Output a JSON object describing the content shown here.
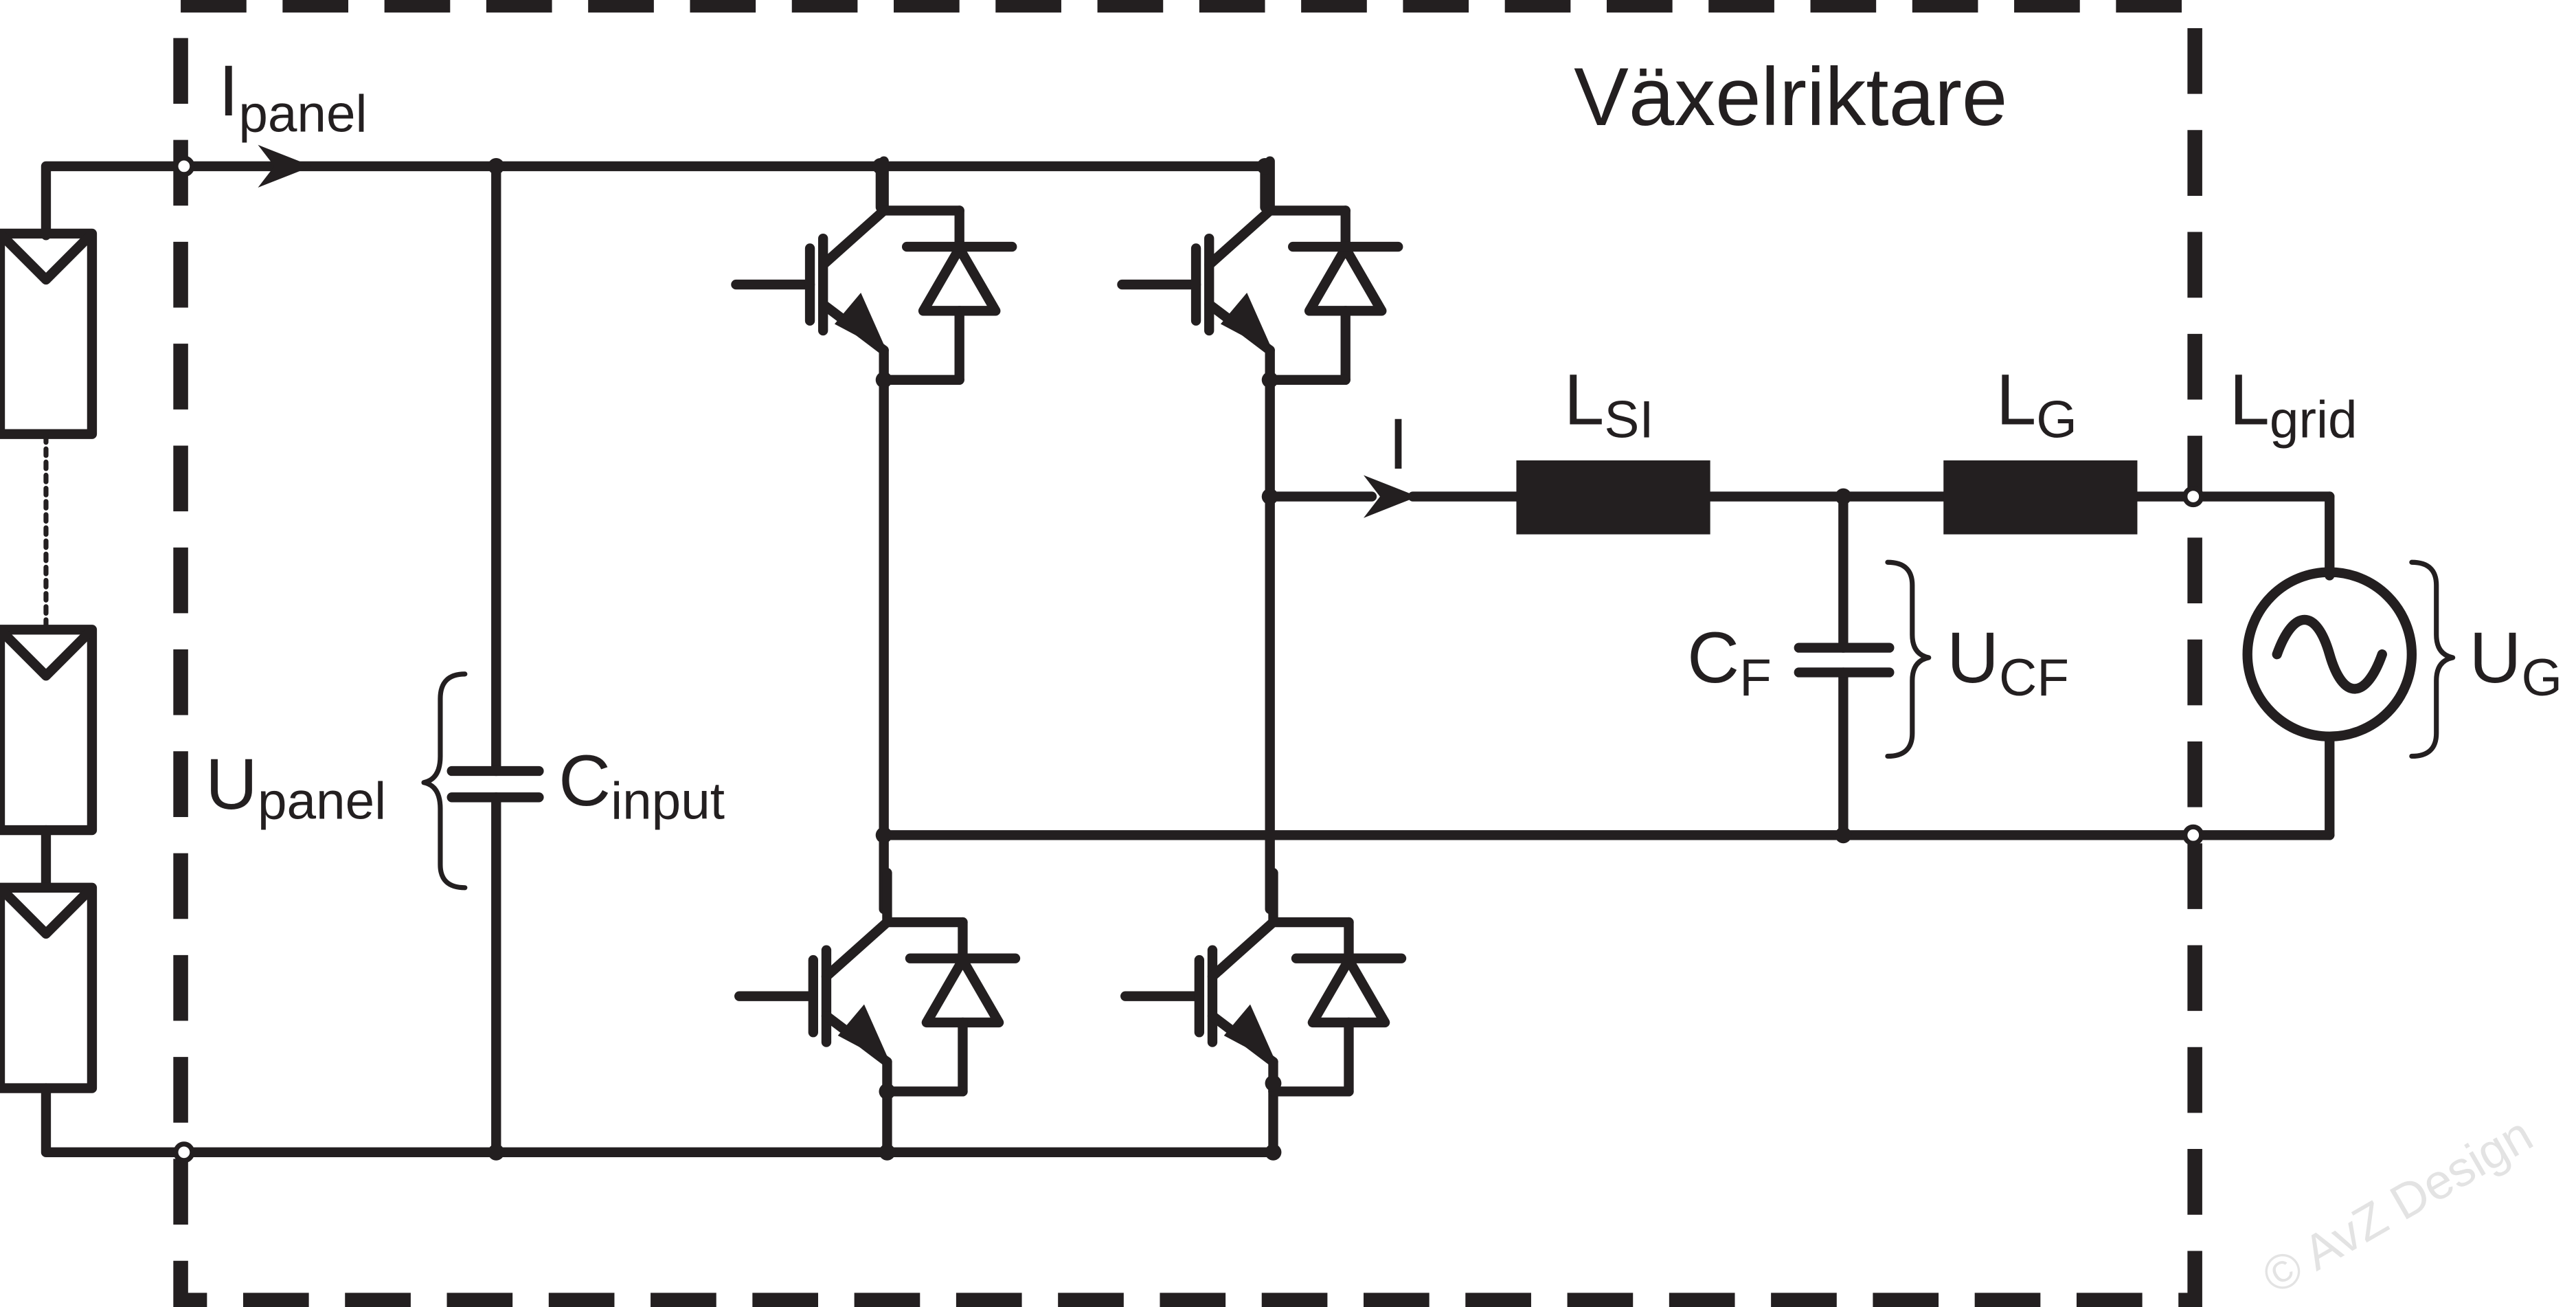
{
  "title": "Växelriktare",
  "labels": {
    "i_panel": {
      "main": "I",
      "sub": "panel"
    },
    "u_panel": {
      "main": "U",
      "sub": "panel"
    },
    "c_input": {
      "main": "C",
      "sub": "input"
    },
    "current_i": {
      "main": "I"
    },
    "l_si": {
      "main": "L",
      "sub": "SI"
    },
    "l_g": {
      "main": "L",
      "sub": "G"
    },
    "l_grid": {
      "main": "L",
      "sub": "grid"
    },
    "c_f": {
      "main": "C",
      "sub": "F"
    },
    "u_cf": {
      "main": "U",
      "sub": "CF"
    },
    "u_g": {
      "main": "U",
      "sub": "G"
    }
  },
  "watermark": "© AvZ Design",
  "colors": {
    "ink": "#231f20",
    "watermark": "#e3e3e3",
    "background": "#ffffff"
  }
}
